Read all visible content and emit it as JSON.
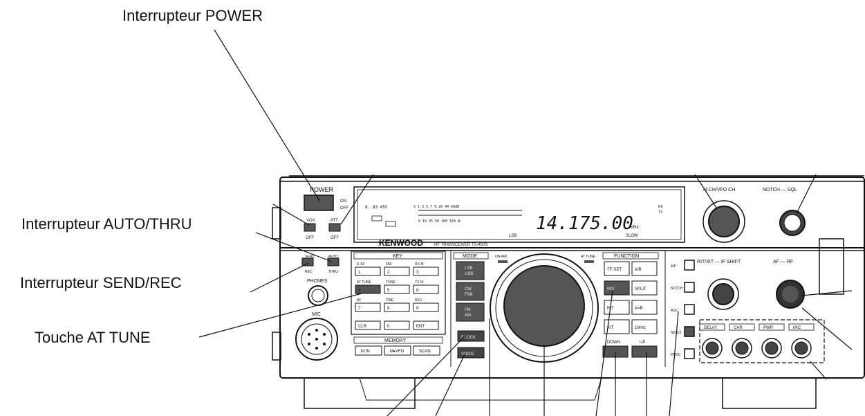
{
  "callouts": {
    "power": "Interrupteur POWER",
    "auto_thru": "Interrupteur AUTO/THRU",
    "send_rec": "Interrupteur SEND/REC",
    "at_tune": "Touche AT TUNE"
  },
  "radio": {
    "brand": "KENWOOD",
    "model": "HF TRANSCEIVER TS-450S",
    "frequency": "14.175.00",
    "unit": "kHz",
    "display": {
      "mode": "LSB",
      "agc": "SLOW",
      "s_scale": "S  1  3  5  7  9  20  40  60dB",
      "po_scale": "0   10   25   50   100  150 W",
      "left_label": "8. 83 455",
      "rx": "RX",
      "tx": "TX"
    },
    "power": {
      "label": "POWER",
      "on": "ON",
      "off": "OFF"
    },
    "vox": {
      "label": "VOX",
      "off": "OFF"
    },
    "att": {
      "label": "ATT",
      "off": "OFF"
    },
    "send": {
      "label": "SEND",
      "rec": "REC"
    },
    "auto": {
      "label": "AUTO",
      "thru": "THRU"
    },
    "phones": "PHONES",
    "mic": "MIC",
    "key_title": "KEY",
    "key_rows": [
      {
        "labels": [
          "8. 83",
          "455",
          "RX M"
        ],
        "keys": [
          "1",
          "2",
          "3"
        ]
      },
      {
        "labels": [
          "AT TUNE",
          "TONE",
          "TX M"
        ],
        "keys": [
          "4",
          "5",
          "6"
        ]
      },
      {
        "labels": [
          "AF",
          "FINE",
          "REV"
        ],
        "keys": [
          "7",
          "8",
          "9"
        ]
      },
      {
        "labels": [
          "",
          "",
          ""
        ],
        "keys": [
          "CLR",
          "0",
          "ENT"
        ]
      }
    ],
    "memory_title": "MEMORY",
    "memory_keys": [
      "M.IN",
      "M▸VFO",
      "SCAN"
    ],
    "mode_title": "MODE",
    "mode_keys": [
      "LSB USB",
      "CW FSK",
      "FM AM"
    ],
    "flock": "F.LOCK",
    "voice": "VOICE",
    "on_air": "ON AIR",
    "at_tune_lamp": "AT TUNE",
    "function_title": "FUNCTION",
    "function_keys": [
      "TF-SET",
      "A/B",
      "M/V",
      "SPLIT",
      "RIT",
      "A=B",
      "XIT",
      "1MHz"
    ],
    "down": "DOWN",
    "up": "UP",
    "side_keys": [
      "AIP",
      "NOTCH",
      "AGC",
      "NB 1/2",
      "PROC"
    ],
    "mch_vfo": "M.CH/VFO CH",
    "notch_sql": "NOTCH — SQL",
    "rit_shift": "RIT/XIT — IF SHIFT",
    "af_rf": "AF — RF",
    "small_knobs": [
      "DELAY",
      "CAR",
      "PWR",
      "MIC"
    ]
  }
}
